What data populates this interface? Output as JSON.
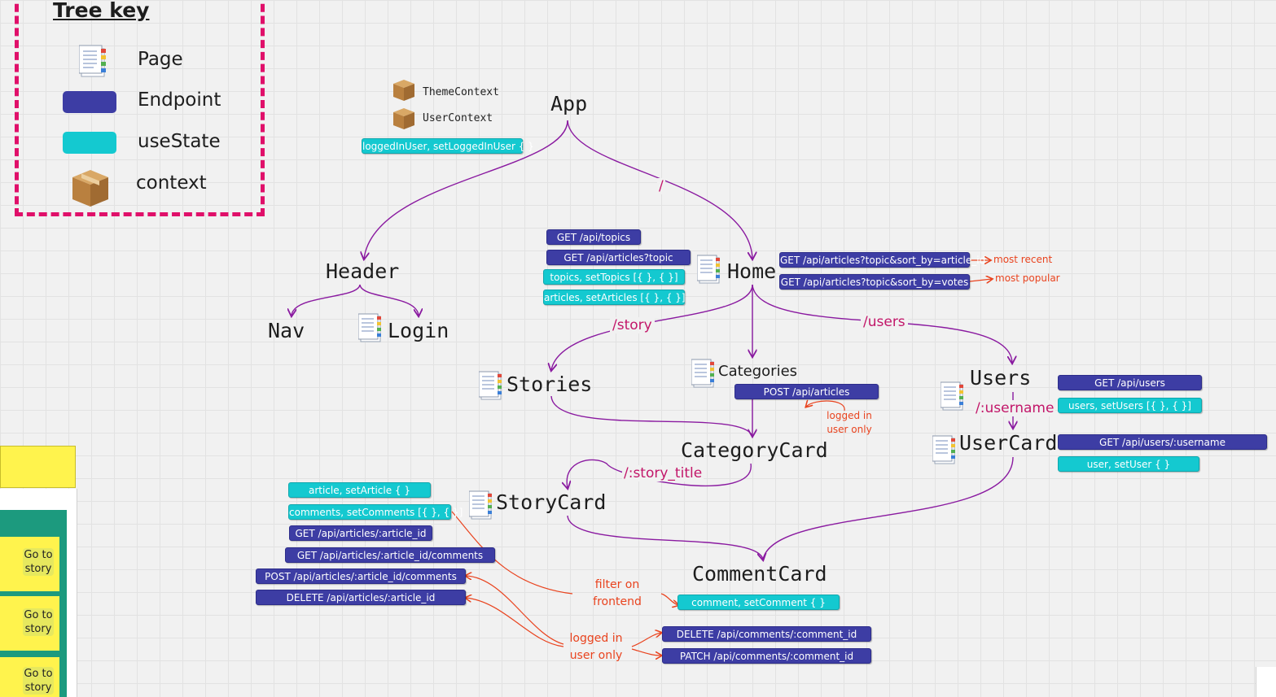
{
  "key": {
    "title": "Tree key",
    "items": [
      {
        "icon": "page-icon",
        "label": "Page"
      },
      {
        "icon": "endpoint-swatch",
        "label": "Endpoint",
        "color": "#3d3da4"
      },
      {
        "icon": "usestate-swatch",
        "label": "useState",
        "color": "#14c9d0"
      },
      {
        "icon": "context-box-icon",
        "label": "context"
      }
    ]
  },
  "contexts": [
    "ThemeContext",
    "UserContext"
  ],
  "app_state": "loggedInUser, setLoggedInUser { }",
  "nodes": {
    "app": "App",
    "header": "Header",
    "nav": "Nav",
    "login": "Login",
    "home": "Home",
    "stories": "Stories",
    "categories": "Categories",
    "users": "Users",
    "category_card": "CategoryCard",
    "user_card": "UserCard",
    "story_card": "StoryCard",
    "comment_card": "CommentCard"
  },
  "edges": {
    "root": "/",
    "story": "/story",
    "users": "/users",
    "username": "/:username",
    "story_title": "/:story_title"
  },
  "home": {
    "left": [
      "GET /api/topics",
      "GET /api/articles?topic",
      "topics, setTopics [{ }, { }]",
      "articles, setArticles [{ }, { }]"
    ],
    "right": [
      "GET /api/articles?topic&sort_by=article_id",
      "GET /api/articles?topic&sort_by=votes"
    ],
    "notes": [
      "most recent",
      "most popular"
    ]
  },
  "categories": {
    "endpoint": "POST /api/articles",
    "note": "logged in user only"
  },
  "users": {
    "endpoint": "GET /api/users",
    "state": "users, setUsers [{ }, { }]"
  },
  "user_card": {
    "endpoint": "GET /api/users/:username",
    "state": "user, setUser { }"
  },
  "story_card": {
    "items": [
      "article, setArticle { }",
      "comments, setComments [{ }, { }]",
      "GET /api/articles/:article_id",
      "GET /api/articles/:article_id/comments",
      "POST /api/articles/:article_id/comments",
      "DELETE /api/articles/:article_id"
    ]
  },
  "comment_card": {
    "state": "comment, setComment { }",
    "endpoints": [
      "DELETE /api/comments/:comment_id",
      "PATCH /api/comments/:comment_id"
    ]
  },
  "annotations": {
    "filter": "filter on frontend",
    "logged_in": "logged in user only"
  },
  "side_panel": {
    "buttons": [
      "Go to story",
      "Go to story",
      "Go to story"
    ]
  },
  "colors": {
    "endpoint": "#3d3da4",
    "usestate": "#14c9d0",
    "tree_line": "#8a1aa0",
    "note": "#e9431e",
    "edge_label": "#c21669",
    "key_border": "#e0106a"
  }
}
